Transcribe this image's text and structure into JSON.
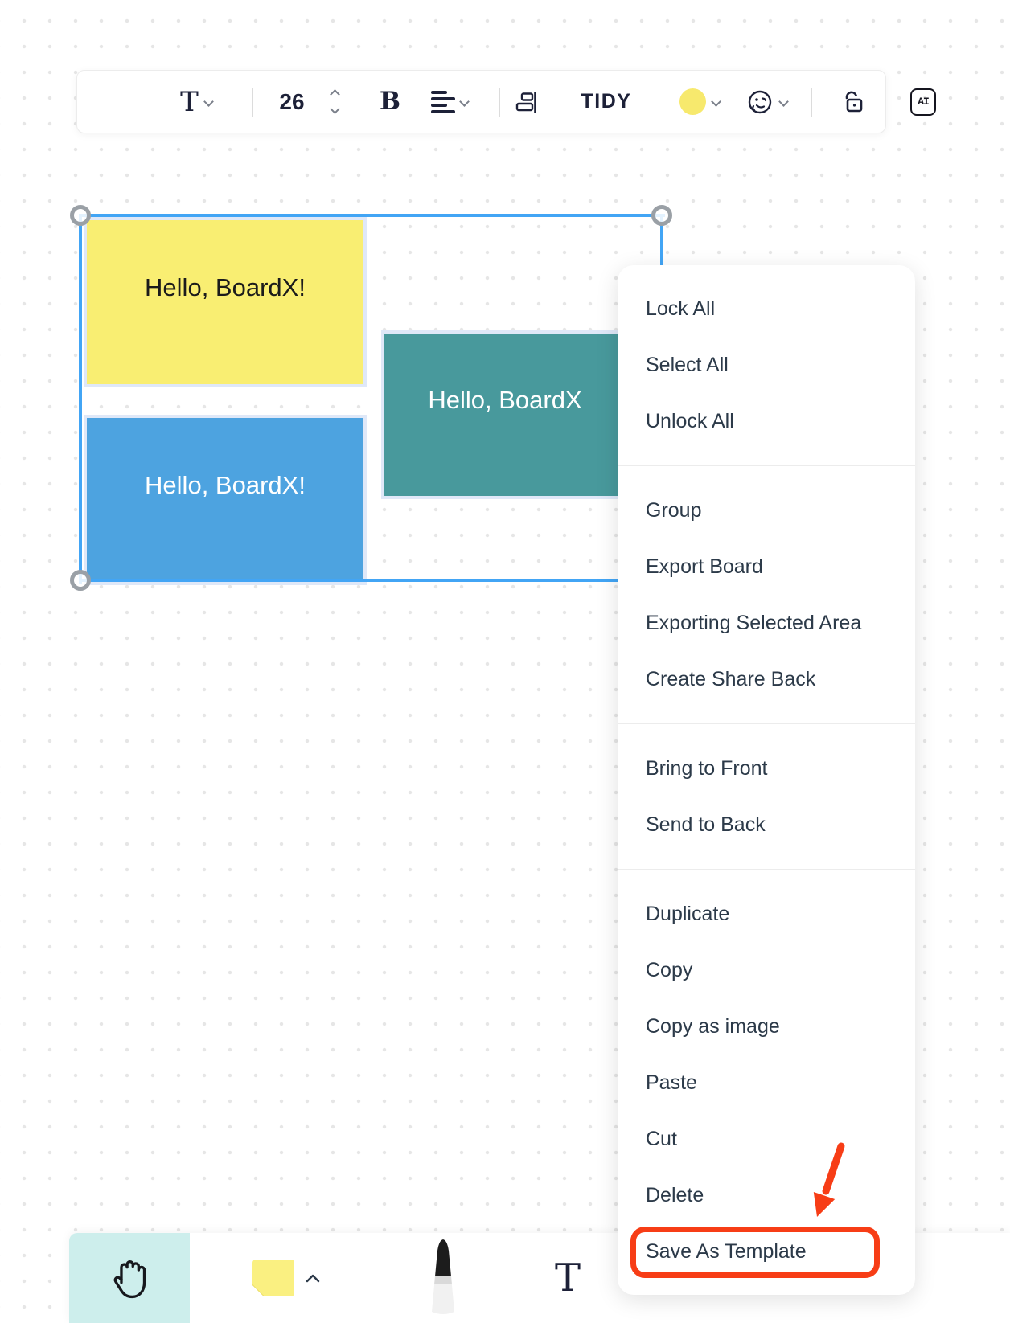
{
  "toolbar": {
    "text_tool_label": "T",
    "font_size_value": "26",
    "bold_label": "B",
    "tidy_label": "TIDY",
    "ai_label": "AI"
  },
  "canvas": {
    "notes": [
      {
        "text": "Hello, BoardX!",
        "fill": "#f9ee72",
        "text_color": "#1b1b1b"
      },
      {
        "text": "Hello, BoardX!",
        "fill": "#4da3e0",
        "text_color": "#ffffff"
      },
      {
        "text": "Hello, BoardX",
        "fill": "#48999c",
        "text_color": "#ffffff"
      }
    ],
    "selection_color": "#42a5f5"
  },
  "context_menu": {
    "groups": [
      {
        "items": [
          "Lock All",
          "Select All",
          "Unlock All"
        ]
      },
      {
        "items": [
          "Group",
          "Export Board",
          "Exporting Selected Area",
          "Create Share Back"
        ]
      },
      {
        "items": [
          "Bring to Front",
          "Send to Back"
        ]
      },
      {
        "items": [
          "Duplicate",
          "Copy",
          "Copy as image",
          "Paste",
          "Cut",
          "Delete",
          "Save As Template"
        ]
      }
    ],
    "highlighted_item": "Save As Template",
    "annotation_color": "#f73d16"
  },
  "bottom_toolbar": {
    "tools": [
      "hand",
      "sticky-note",
      "pen",
      "text"
    ],
    "active_tool": "hand",
    "active_tile_color": "#cdeeec"
  }
}
